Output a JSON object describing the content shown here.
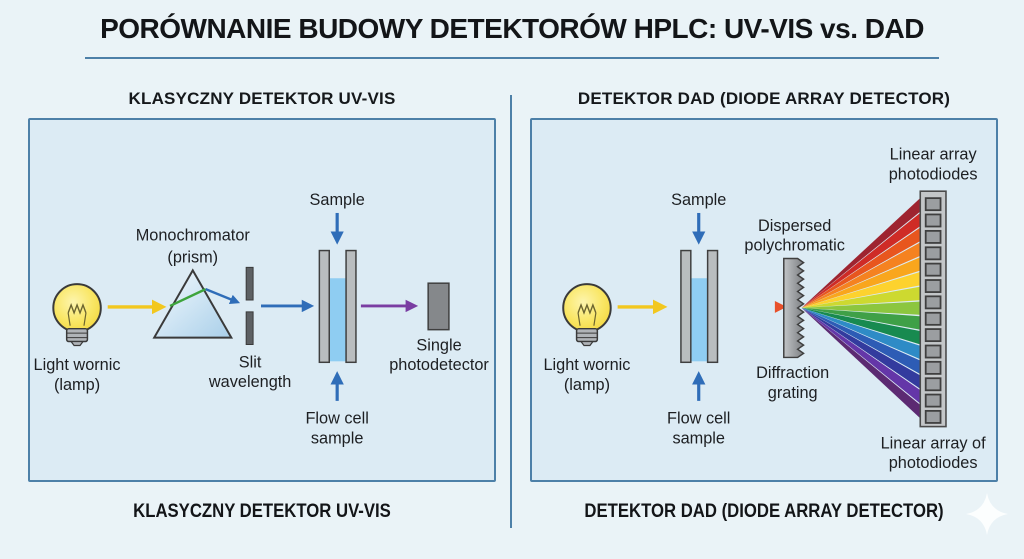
{
  "title": "PORÓWNANIE BUDOWY DETEKTORÓW HPLC: UV-VIS vs. DAD",
  "left_panel": {
    "header": "KLASYCZNY DETEKTOR UV-VIS",
    "footer": "KLASYCZNY DETEKTOR UV-VIS",
    "lamp_label_line1": "Light wornic",
    "lamp_label_line2": "(lamp)",
    "monochromator_label_line1": "Monochromator",
    "monochromator_label_line2": "(prism)",
    "slit_label_line1": "Slit",
    "slit_label_line2": "wavelength",
    "sample_label": "Sample",
    "flow_cell_label_line1": "Flow cell",
    "flow_cell_label_line2": "sample",
    "detector_label_line1": "Single",
    "detector_label_line2": "photodetector"
  },
  "right_panel": {
    "header": "DETEKTOR DAD (DIODE ARRAY DETECTOR)",
    "footer": "DETEKTOR DAD (DIODE ARRAY DETECTOR)",
    "lamp_label_line1": "Light wornic",
    "lamp_label_line2": "(lamp)",
    "sample_label": "Sample",
    "flow_cell_label_line1": "Flow cell",
    "flow_cell_label_line2": "sample",
    "dispersed_label_line1": "Dispersed",
    "dispersed_label_line2": "polychromatic",
    "grating_label_line1": "Diffraction",
    "grating_label_line2": "grating",
    "array_top_label_line1": "Linear array",
    "array_top_label_line2": "photodiodes",
    "array_bottom_label_line1": "Linear array of",
    "array_bottom_label_line2": "photodiodes",
    "diode_count": 14,
    "spectrum_colors": [
      "#9e2430",
      "#cf2b26",
      "#e8561e",
      "#f58220",
      "#f9a61d",
      "#fdd22e",
      "#cdd930",
      "#8cc63f",
      "#3fa047",
      "#188a50",
      "#2e8bc6",
      "#2d5cb5",
      "#333b9e",
      "#6436a8",
      "#5c2a72"
    ]
  },
  "colors": {
    "background": "#eaf3f7",
    "panel_background": "#dcebf4",
    "panel_border": "#4d80a8",
    "beam_yellow": "#f2c71e",
    "beam_blue": "#2f6db8",
    "beam_purple": "#7a3da2",
    "liquid_blue": "#8fcdf2",
    "diode_fill": "#9b9ea1",
    "metal_gray": "#b9bdbf"
  },
  "icons": [
    "light-bulb-icon",
    "prism-icon",
    "slit-icon",
    "flow-cell-icon",
    "photodetector-icon",
    "diffraction-grating-icon",
    "photodiode-array-icon",
    "spectrum-fan",
    "sparkle-icon"
  ]
}
